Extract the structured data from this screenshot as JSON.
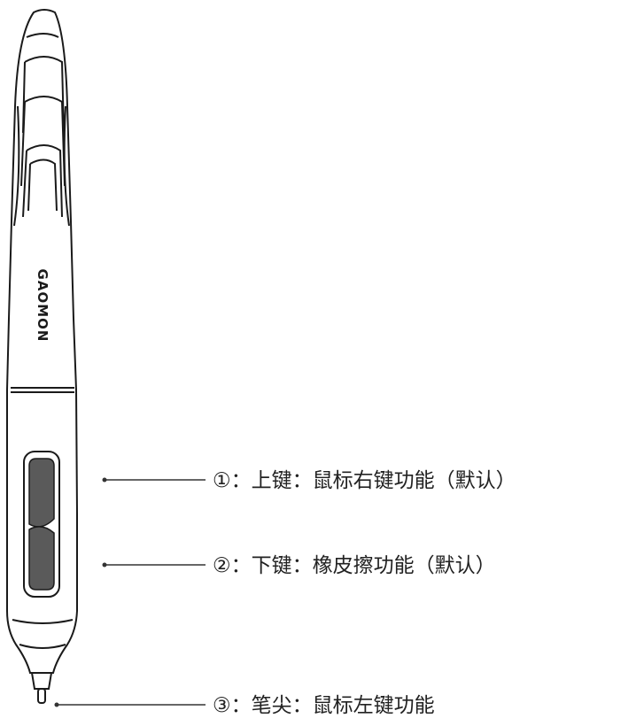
{
  "brand": "GAOMON",
  "callouts": [
    {
      "number": "①",
      "text": "①：上键：鼠标右键功能（默认）"
    },
    {
      "number": "②",
      "text": "②：下键：橡皮擦功能（默认）"
    },
    {
      "number": "③",
      "text": "③：笔尖：鼠标左键功能"
    }
  ],
  "colors": {
    "outline": "#1a1a1a",
    "button_fill": "#555555",
    "leader_line": "#333333"
  }
}
